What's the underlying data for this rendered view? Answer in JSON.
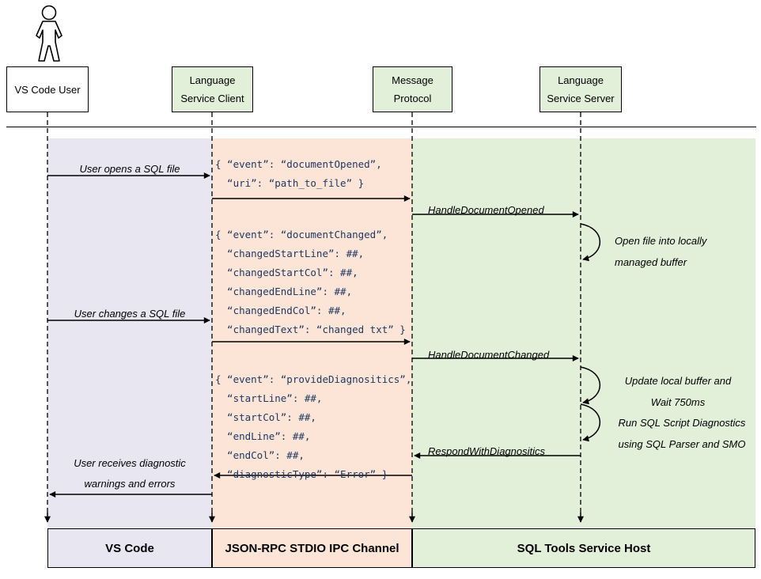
{
  "participants": {
    "user": {
      "lines": [
        "VS Code User"
      ]
    },
    "client": {
      "lines": [
        "Language",
        "Service Client"
      ]
    },
    "protocol": {
      "lines": [
        "Message",
        "Protocol"
      ]
    },
    "server": {
      "lines": [
        "Language",
        "Service Server"
      ]
    }
  },
  "messages": {
    "user_opens": "User opens a SQL file",
    "user_changes": "User changes a SQL file",
    "user_receives": [
      "User receives diagnostic",
      "warnings and errors"
    ],
    "handle_document_opened": "HandleDocumentOpened",
    "handle_document_changed": "HandleDocumentChanged",
    "respond_with_diagnostics": "RespondWithDiagnositics",
    "open_file_note": [
      "Open file into locally",
      "managed buffer"
    ],
    "update_buffer_note": [
      "Update local buffer and",
      "Wait 750ms"
    ],
    "run_diagnostics_note": [
      "Run SQL Script Diagnostics",
      "using SQL Parser and SMO"
    ]
  },
  "payloads": {
    "document_opened": [
      "{ “event”: “documentOpened”,",
      "  “uri”: “path_to_file” }"
    ],
    "document_changed": [
      "{ “event”: “documentChanged”,",
      "  “changedStartLine”: ##,",
      "  “changedStartCol”: ##,",
      "  “changedEndLine”: ##,",
      "  “changedEndCol”: ##,",
      "  “changedText”: “changed txt” }"
    ],
    "provide_diagnostics": [
      "{ “event”: “provideDiagnositics”,",
      "  “startLine”: ##,",
      "  “startCol”: ##,",
      "  “endLine”: ##,",
      "  “endCol”: ##,",
      "  “diagnosticType”: “Error” }"
    ]
  },
  "lanes": {
    "vscode": {
      "label": "VS Code",
      "color": "#e7e6f1"
    },
    "jsonrpc": {
      "label": "JSON-RPC STDIO IPC Channel",
      "color": "#fce5d6"
    },
    "sqltools": {
      "label": "SQL Tools Service Host",
      "color": "#e2efd9"
    }
  },
  "colors": {
    "participant_box_green": "#e2efd9",
    "participant_box_white": "#ffffff",
    "payload_text": "#1f3864",
    "line": "#000000"
  }
}
